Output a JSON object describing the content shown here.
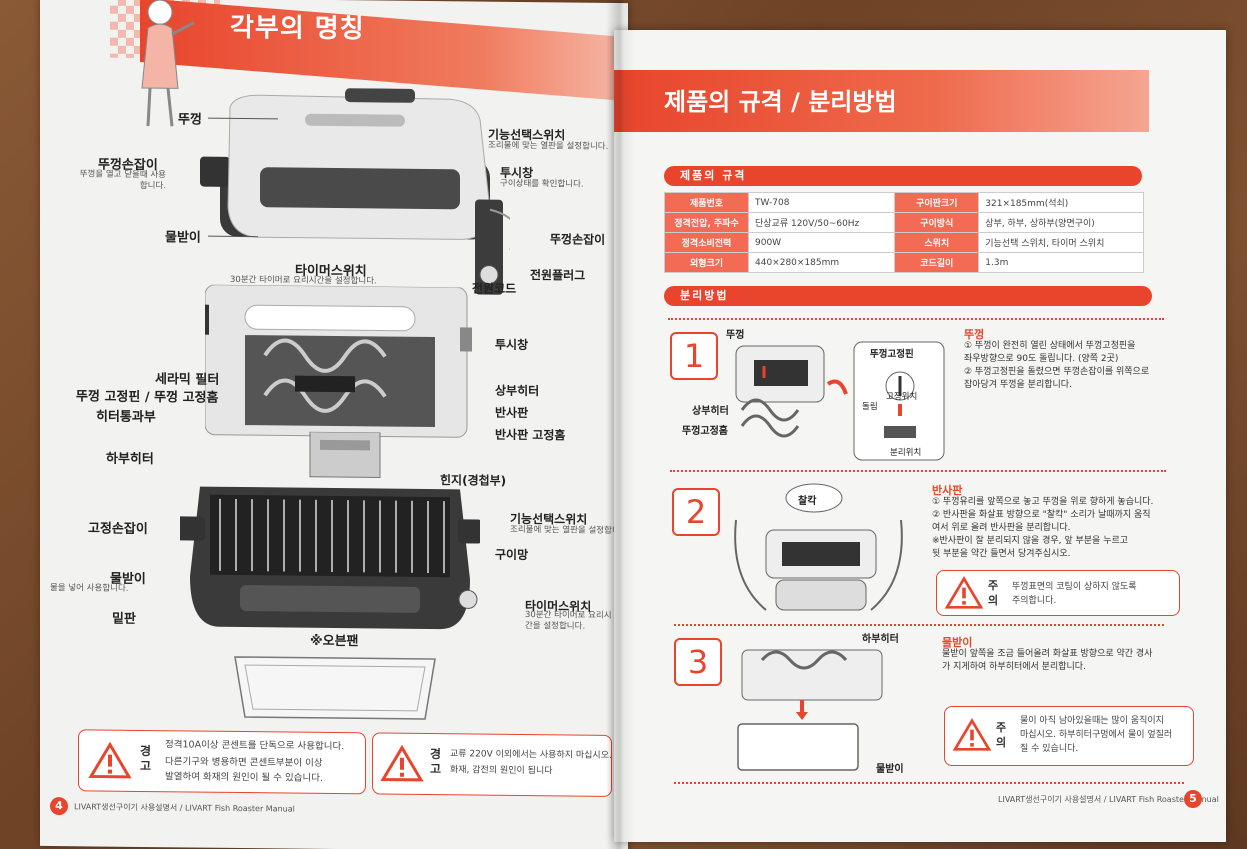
{
  "left": {
    "title": "각부의 명칭",
    "labels": {
      "lid": "뚜껑",
      "lid_handle": "뚜껑손잡이",
      "lid_handle_sub": "뚜껑을 열고 닫을때 사용합니다.",
      "drip_tray_top": "물받이",
      "func_switch": "기능선택스위치",
      "func_switch_sub": "조리물에 맞는 열판을 설정합니다.",
      "view_window": "투시창",
      "view_window_sub": "구이상태를 확인합니다.",
      "lid_handle_right": "뚜껑손잡이",
      "power_plug": "전원플러그",
      "timer_switch": "타이머스위치",
      "timer_switch_sub": "30분간 타이머로 요리시간을 설정합니다.",
      "power_cord": "전원코드",
      "view_window2": "투시창",
      "ceramic_filter": "세라믹 필터",
      "lid_pin": "뚜껑 고정핀 / 뚜껑 고정홈",
      "heater_pass": "히터통과부",
      "upper_heater": "상부히터",
      "reflector": "반사판",
      "reflector_groove": "반사판 고정홈",
      "hinge": "힌지(경첩부)",
      "lower_heater": "하부히터",
      "fixed_handle": "고정손잡이",
      "func_switch2": "기능선택스위치",
      "func_switch2_sub": "조리물에 맞는 열판을 설정합니다.",
      "grill": "구이망",
      "drip_tray": "물받이",
      "drip_tray_sub": "물을 넣어 사용합니다.",
      "timer_switch2": "타이머스위치",
      "timer_switch2_sub": "30분간 타이머로 요리시간을 설정합니다.",
      "base": "밑판",
      "oven_pan": "※오븐팬"
    },
    "warnings": [
      {
        "head": "경고",
        "lines": [
          "정격10A이상 콘센트를 단독으로 사용합니다.",
          "다른기구와 병용하면 콘센트부분이 이상",
          "발열하여 화재의 원인이 될 수 있습니다."
        ]
      },
      {
        "head": "경고",
        "lines": [
          "교류 220V 이외에서는 사용하지 마십시오.",
          "화재, 감전의 원인이 됩니다"
        ]
      }
    ],
    "footer": "LIVART생선구이기 사용설명서 / LIVART Fish Roaster Manual",
    "page_number": "4"
  },
  "right": {
    "title": "제품의 규격 / 분리방법",
    "spec_title": "제품의 규격",
    "spec_rows": [
      {
        "k1": "제품번호",
        "v1": "TW-708",
        "k2": "구이판크기",
        "v2": "321×185mm(석쇠)"
      },
      {
        "k1": "정격전압, 주파수",
        "v1": "단상교류 120V/50~60Hz",
        "k2": "구이방식",
        "v2": "상부, 하부, 상하부(양면구이)"
      },
      {
        "k1": "정격소비전력",
        "v1": "900W",
        "k2": "스위치",
        "v2": "기능선택 스위치, 타이머 스위치"
      },
      {
        "k1": "외형크기",
        "v1": "440×280×185mm",
        "k2": "코드길이",
        "v2": "1.3m"
      }
    ],
    "sep_title": "분리방법",
    "steps": [
      {
        "num": "1",
        "title": "뚜껑",
        "lines": [
          "① 뚜껑이 완전히 열린 상태에서 뚜껑고정핀을",
          "   좌우방향으로 90도 돌립니다. (양쪽 2곳)",
          "② 뚜껑고정핀을 돌렸으면 뚜껑손잡이를 위쪽으로",
          "   잡아당겨 뚜껑을 분리합니다."
        ],
        "fig_labels": {
          "lid": "뚜껑",
          "upper_heater": "상부히터",
          "lid_groove": "뚜껑고정홈",
          "pin": "뚜껑고정핀",
          "turn": "돌림",
          "fix_pos": "고정위치",
          "sep_pos": "분리위치"
        }
      },
      {
        "num": "2",
        "title": "반사판",
        "lines": [
          "① 뚜껑유리를 앞쪽으로 놓고 뚜껑을 위로 향하게 놓습니다.",
          "② 반사판을 화살표 방향으로 \"찰칵\" 소리가 날때까지 움직",
          "   여서 위로 올려 반사판을 분리합니다.",
          "※반사판이 잘 분리되지 않을 경우, 앞 부분을 누르고",
          "   뒷 부분을 약간 들면서 당겨주십시오."
        ],
        "fig_labels": {
          "click": "찰칵"
        },
        "caution_head": "주의",
        "caution_lines": [
          "뚜껑표면의 코팅이 상하지 않도록",
          "주의합니다."
        ]
      },
      {
        "num": "3",
        "title": "물받이",
        "lines": [
          "물받이 앞쪽을 조금 들어올려 화살표 방향으로 약간 경사",
          "가 지게하여 하부히터에서 분리합니다."
        ],
        "fig_labels": {
          "lower_heater": "하부히터",
          "drip_tray": "물받이"
        },
        "caution_head": "주의",
        "caution_lines": [
          "물이 아직 남아있을때는 많이 움직이지",
          "마십시오. 하부히터구멍에서 물이 엎질러",
          "질 수 있습니다."
        ]
      }
    ],
    "footer": "LIVART생선구이기 사용설명서 / LIVART Fish Roaster Manual",
    "page_number": "5"
  },
  "colors": {
    "accent": "#e8452c",
    "paper": "#f4f4f2",
    "wood": "#7a4d2e"
  }
}
